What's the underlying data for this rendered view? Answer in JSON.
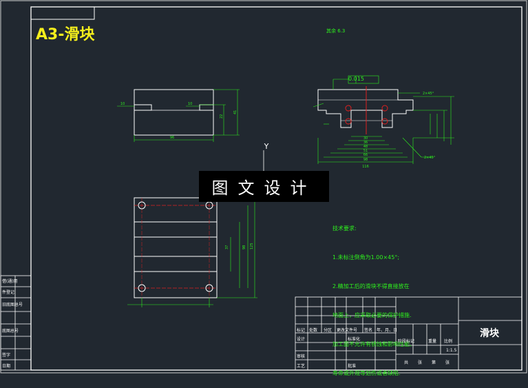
{
  "title": "A3-滑块",
  "banner": "图文设计",
  "roughness_label": "其余",
  "roughness_value": "6.3",
  "flatness_value": "0.015",
  "tech_notes": {
    "heading": "技术要求:",
    "lines": [
      "1.未标注倒角为1.00×45°;",
      "2.精加工后的滑块不得直接放在",
      "地面上，应采取必要的保护措施.",
      "加工面不允许有锈蚀和影响性能、",
      "寿命或外观等划伤或者缺陷."
    ]
  },
  "view_marker": "Y",
  "dims": {
    "front_width": "96",
    "front_left_gap": "10",
    "front_right_gap": "10",
    "front_height": "41",
    "front_inner_height": "22",
    "section_total_width": "116",
    "section_w1": "98",
    "section_w2": "66",
    "section_w3": "51",
    "section_w4": "48",
    "section_w5": "36",
    "section_w6": "30",
    "chamfer_top": "2×45°",
    "chamfer_bottom": "2×45°",
    "top_view_h1": "37",
    "top_view_h2": "98",
    "top_view_h3": "125"
  },
  "title_block": {
    "part_name": "滑块",
    "scale": "1:1.5",
    "header_cells": [
      "标记",
      "处数",
      "分区",
      "更改文件号",
      "签名",
      "年、月、日"
    ],
    "row2_cells": [
      "设计",
      "标准化"
    ],
    "row3_cells": [
      "审核",
      "工艺",
      "批准"
    ],
    "stage_cells": [
      "阶段标记",
      "重量",
      "比例"
    ],
    "sheet_cells": [
      "共",
      "张",
      "第",
      "张"
    ]
  },
  "side_table": [
    "借(通)用",
    "件登记",
    "旧底图总号",
    "底图总号",
    "签字",
    "日期"
  ]
}
